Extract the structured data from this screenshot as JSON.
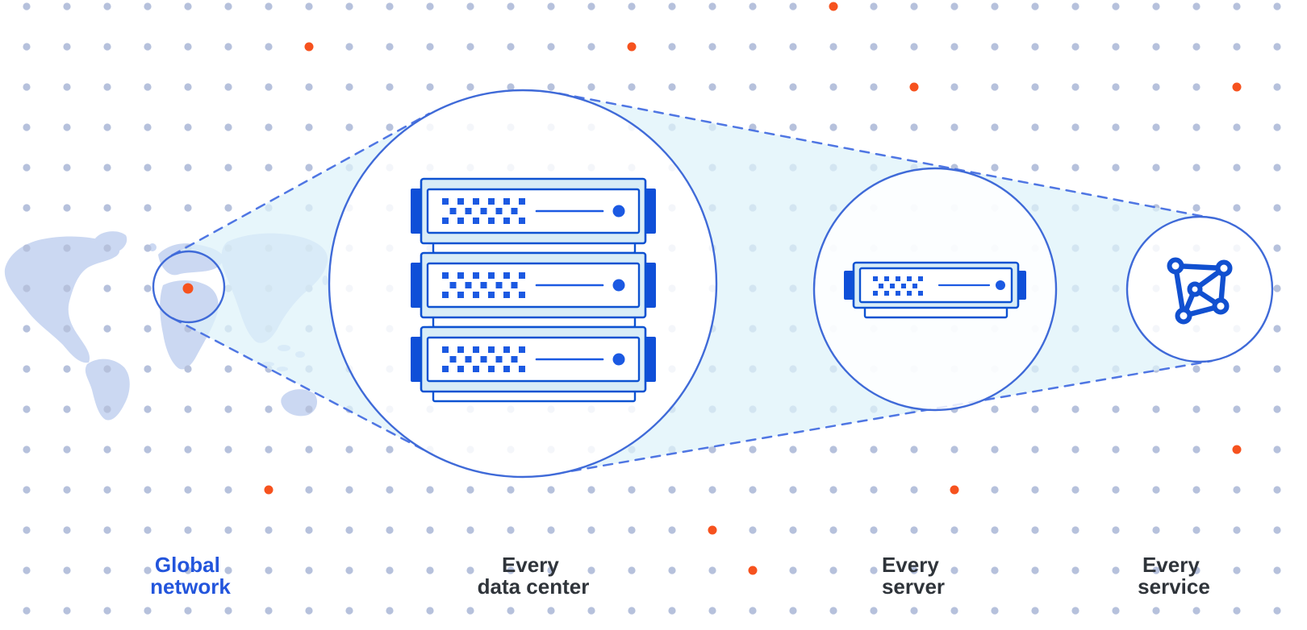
{
  "diagram_title": "global network zoom diagram",
  "labels": {
    "global_network": {
      "line1": "Global",
      "line2": "network"
    },
    "every_data_center": {
      "line1": "Every",
      "line2": "data center"
    },
    "every_server": {
      "line1": "Every",
      "line2": "server"
    },
    "every_service": {
      "line1": "Every",
      "line2": "service"
    }
  },
  "icons": [
    "world-map-icon",
    "map-highlight-circle-icon",
    "server-rack-icon",
    "single-server-icon",
    "mesh-network-icon",
    "zoom-beam-dashed-lines"
  ],
  "colors": {
    "grid_dot": "#b6c1dc",
    "orange": "#f6521e",
    "map_fill": "#cbd8f2",
    "beam_cyan": "#def2f9",
    "dash_blue": "#4f76e3",
    "circle_stroke": "#3f6ad8",
    "server_fill": "#d9edf7",
    "server_stroke": "#0d52d1",
    "server_ear": "#0f4fd8",
    "server_accent": "#1b59e2",
    "icon_blue": "#1150d0",
    "label_dark": "#2f343a",
    "label_blue": "#2355dc"
  },
  "orange_dots": [
    [
      383,
      58
    ],
    [
      783,
      58
    ],
    [
      1033,
      8
    ],
    [
      1133,
      108
    ],
    [
      1533,
      108
    ],
    [
      233,
      358,
      6.5
    ],
    [
      333,
      608
    ],
    [
      1183,
      608
    ],
    [
      883,
      658
    ],
    [
      933,
      708
    ],
    [
      1533,
      558
    ]
  ]
}
